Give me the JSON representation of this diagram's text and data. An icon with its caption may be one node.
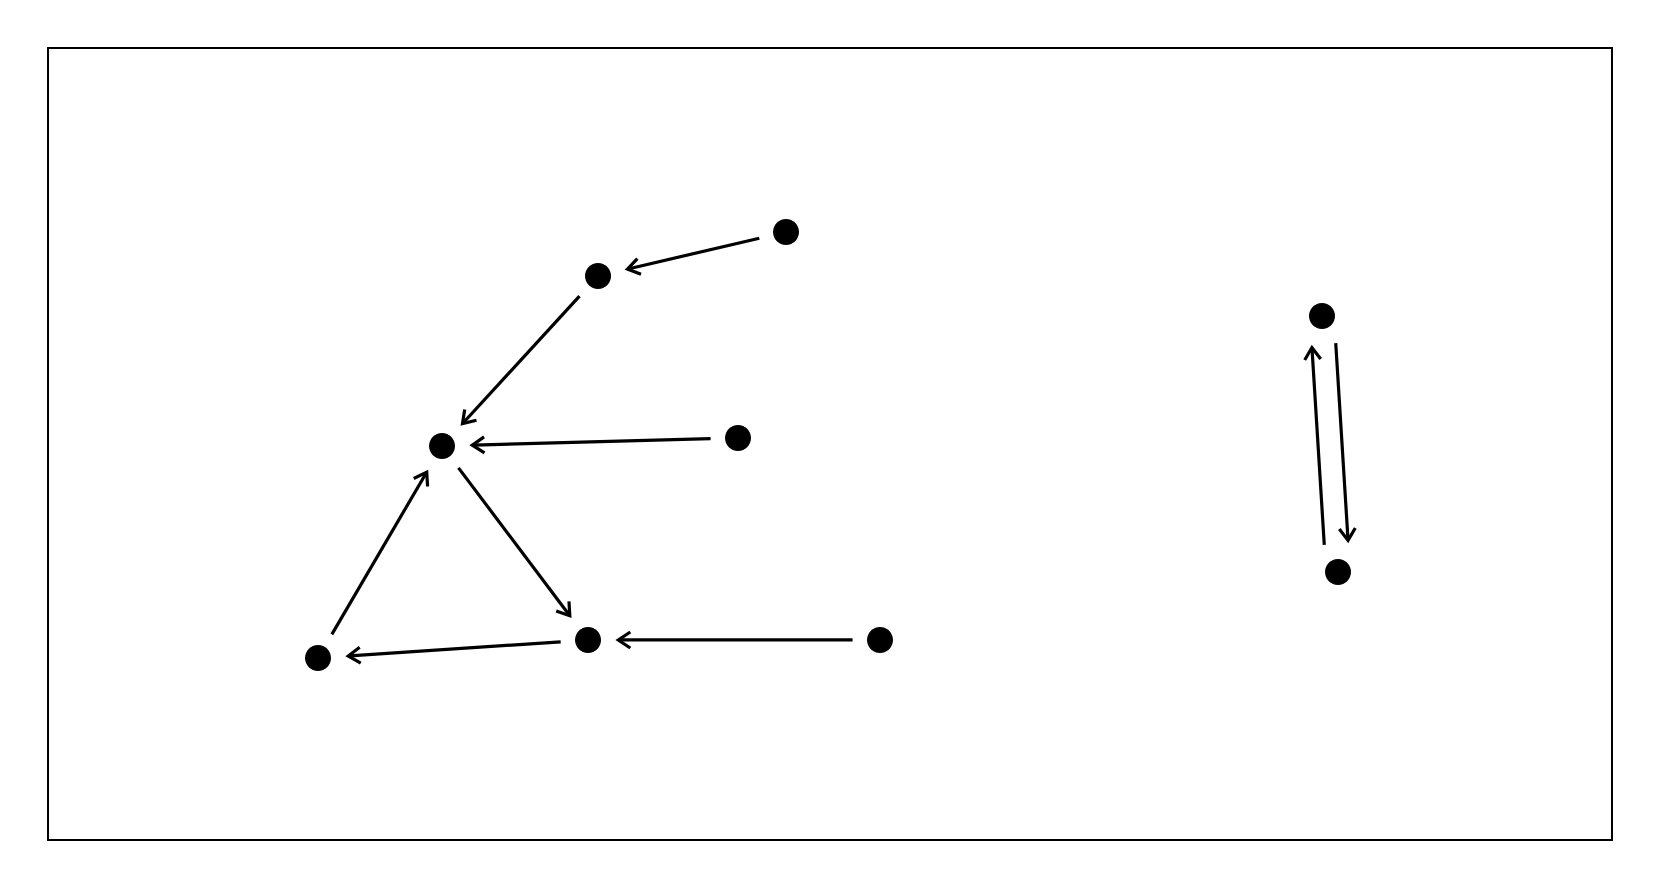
{
  "diagram": {
    "nodes": [
      {
        "text": [],
        "shape": "circle"
      },
      {
        "text": [],
        "shape": "circle"
      },
      {
        "text": [],
        "shape": "circle"
      },
      {
        "text": [],
        "shape": "circle"
      },
      {
        "text": [],
        "shape": "circle"
      },
      {
        "text": [],
        "shape": "circle"
      },
      {
        "text": [],
        "shape": "circle"
      },
      {
        "text": [],
        "shape": "circle"
      },
      {
        "text": [],
        "shape": "circle"
      }
    ],
    "edges": [
      {
        "from": 0,
        "to": 1,
        "arrow": "to"
      },
      {
        "from": 1,
        "to": 2,
        "arrow": "to"
      },
      {
        "from": 3,
        "to": 2,
        "arrow": "to"
      },
      {
        "from": 2,
        "to": 5,
        "arrow": "to"
      },
      {
        "from": 5,
        "to": 4,
        "arrow": "to"
      },
      {
        "from": 4,
        "to": 2,
        "arrow": "to"
      },
      {
        "from": 6,
        "to": 5,
        "arrow": "to"
      },
      {
        "from": 7,
        "to": 8,
        "arrow": "to"
      },
      {
        "from": 8,
        "to": 7,
        "arrow": "to"
      }
    ]
  }
}
